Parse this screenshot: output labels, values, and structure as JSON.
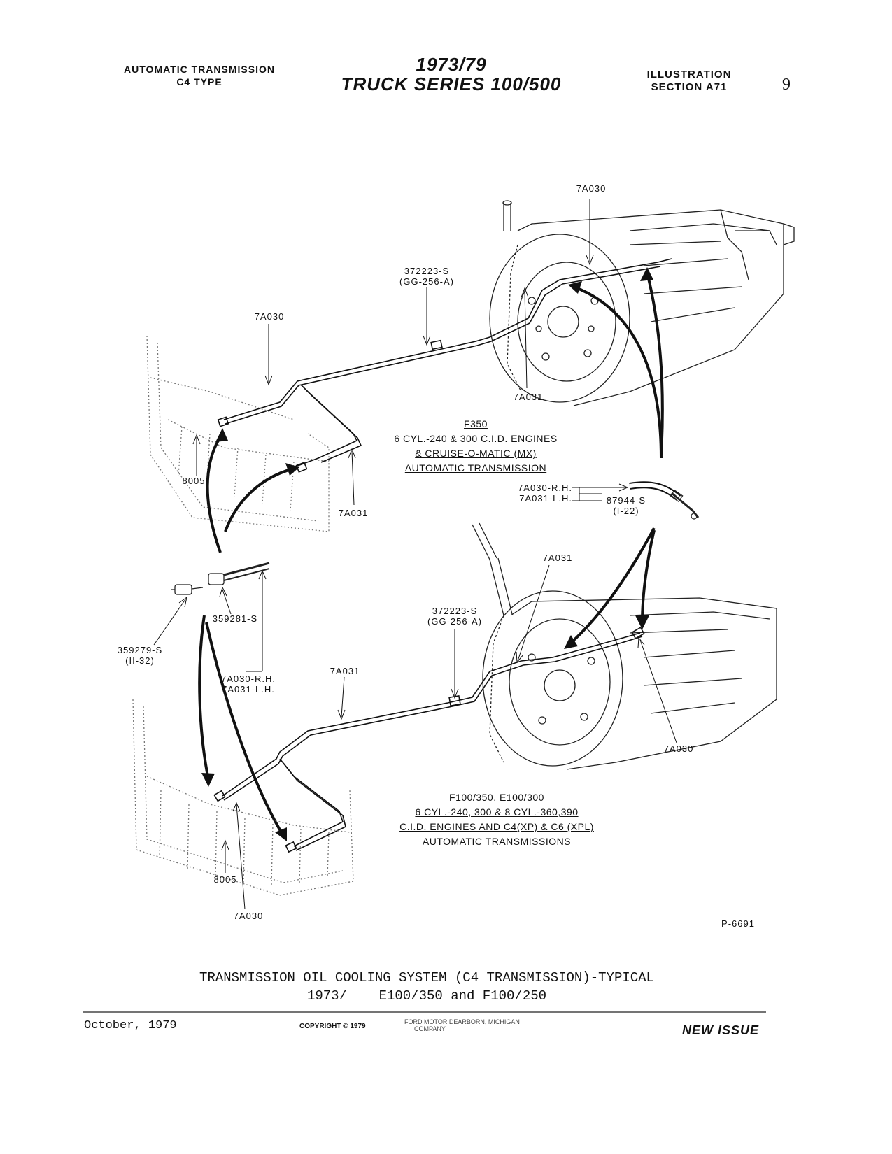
{
  "header": {
    "left": [
      "AUTOMATIC TRANSMISSION",
      "C4 TYPE"
    ],
    "center": [
      "1973/79",
      "TRUCK SERIES 100/500"
    ],
    "right": [
      "ILLUSTRATION",
      "SECTION A71"
    ],
    "page": "9"
  },
  "upper_view": {
    "labels": {
      "top_tube": "7A030",
      "clip": [
        "372223-S",
        "(GG-256-A)"
      ],
      "left_tube": "7A030",
      "center_tube": "7A031",
      "radiator": "8005",
      "lower_tube": "7A031"
    },
    "note": [
      "F350",
      "6 CYL.-240 & 300 C.I.D. ENGINES",
      "& CRUISE-O-MATIC (MX)",
      "AUTOMATIC TRANSMISSION"
    ]
  },
  "detail": {
    "tubes": [
      "7A030-R.H.",
      "7A031-L.H."
    ],
    "hose": [
      "87944-S",
      "(I-22)"
    ],
    "fitting": "359281-S",
    "connector": [
      "359279-S",
      "(II-32)"
    ],
    "tube_callout": [
      "7A030-R.H.",
      "7A031-L.H."
    ]
  },
  "lower_view": {
    "labels": {
      "top_tube": "7A031",
      "clip": [
        "372223-S",
        "(GG-256-A)"
      ],
      "middle_tube": "7A031",
      "right_tube": "7A030",
      "radiator": "8005",
      "bottom_tube": "7A030"
    },
    "note": [
      "F100/350, E100/300",
      "6 CYL.-240, 300 & 8 CYL.-360,390",
      "C.I.D. ENGINES AND C4(XP) & C6 (XPL)",
      "AUTOMATIC TRANSMISSIONS"
    ]
  },
  "figure_number": "P-6691",
  "caption": [
    "TRANSMISSION OIL COOLING SYSTEM (C4 TRANSMISSION)-TYPICAL",
    "1973/    E100/350 and F100/250"
  ],
  "footer": {
    "date": "October, 1979",
    "copyright": "COPYRIGHT © 1979",
    "company": [
      "FORD MOTOR  DEARBORN, MICHIGAN",
      "COMPANY"
    ],
    "status": "NEW ISSUE"
  }
}
